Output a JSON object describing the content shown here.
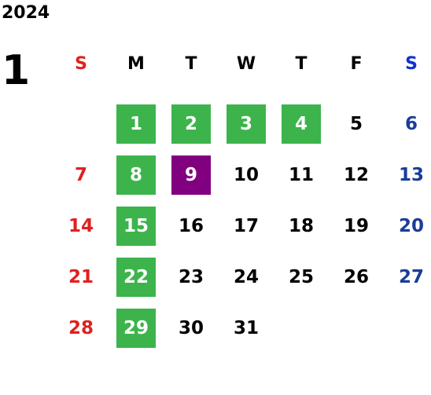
{
  "year": "2024",
  "month": "1",
  "colors": {
    "sunday": "#e02020",
    "saturday": "#1a3d99",
    "saturday_header": "#1030d0",
    "highlight_green": "#3cb44b",
    "highlight_purple": "#800080"
  },
  "weekdays": [
    "S",
    "M",
    "T",
    "W",
    "T",
    "F",
    "S"
  ],
  "weeks": [
    [
      "",
      "1",
      "2",
      "3",
      "4",
      "5",
      "6"
    ],
    [
      "7",
      "8",
      "9",
      "10",
      "11",
      "12",
      "13"
    ],
    [
      "14",
      "15",
      "16",
      "17",
      "18",
      "19",
      "20"
    ],
    [
      "21",
      "22",
      "23",
      "24",
      "25",
      "26",
      "27"
    ],
    [
      "28",
      "29",
      "30",
      "31",
      "",
      "",
      ""
    ]
  ],
  "highlighted_green": [
    "1",
    "2",
    "3",
    "4",
    "8",
    "15",
    "22",
    "29"
  ],
  "highlighted_purple": [
    "9"
  ]
}
